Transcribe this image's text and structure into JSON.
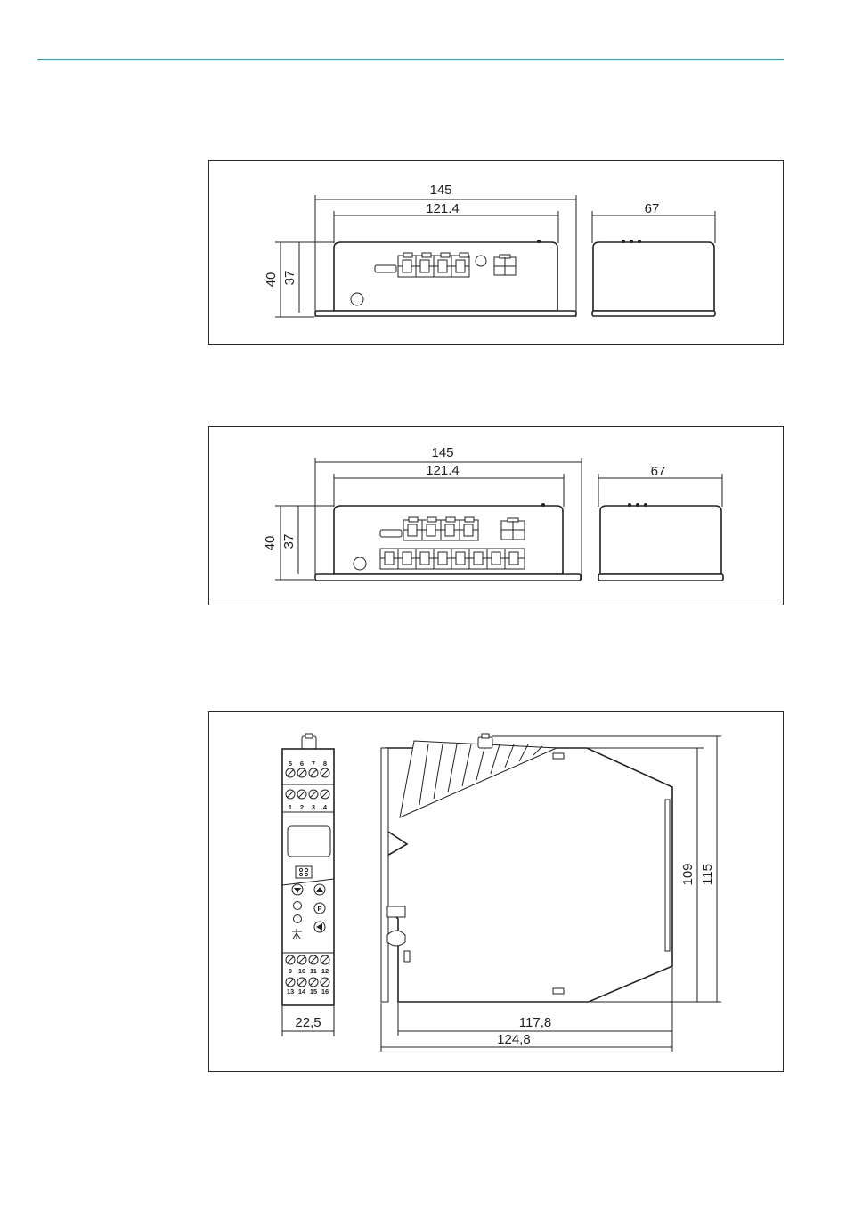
{
  "header_rule_color": "#3f9fb0",
  "drawing_1": {
    "dim_overall_length": "145",
    "dim_body_length": "121.4",
    "dim_width": "67",
    "dim_overall_height": "40",
    "dim_body_height": "37"
  },
  "drawing_2": {
    "dim_overall_length": "145",
    "dim_body_length": "121.4",
    "dim_width": "67",
    "dim_overall_height": "40",
    "dim_body_height": "37"
  },
  "drawing_3": {
    "dim_front_width": "22,5",
    "dim_depth_inner": "117,8",
    "dim_depth_overall": "124,8",
    "dim_height_inner": "109",
    "dim_height_overall": "115",
    "terminals_top_row1": [
      "5",
      "6",
      "7",
      "8"
    ],
    "terminals_top_row2": [
      "1",
      "2",
      "3",
      "4"
    ],
    "terminals_bottom_row1": [
      "9",
      "10",
      "11",
      "12"
    ],
    "terminals_bottom_row2": [
      "13",
      "14",
      "15",
      "16"
    ],
    "button_p_label": "P"
  }
}
